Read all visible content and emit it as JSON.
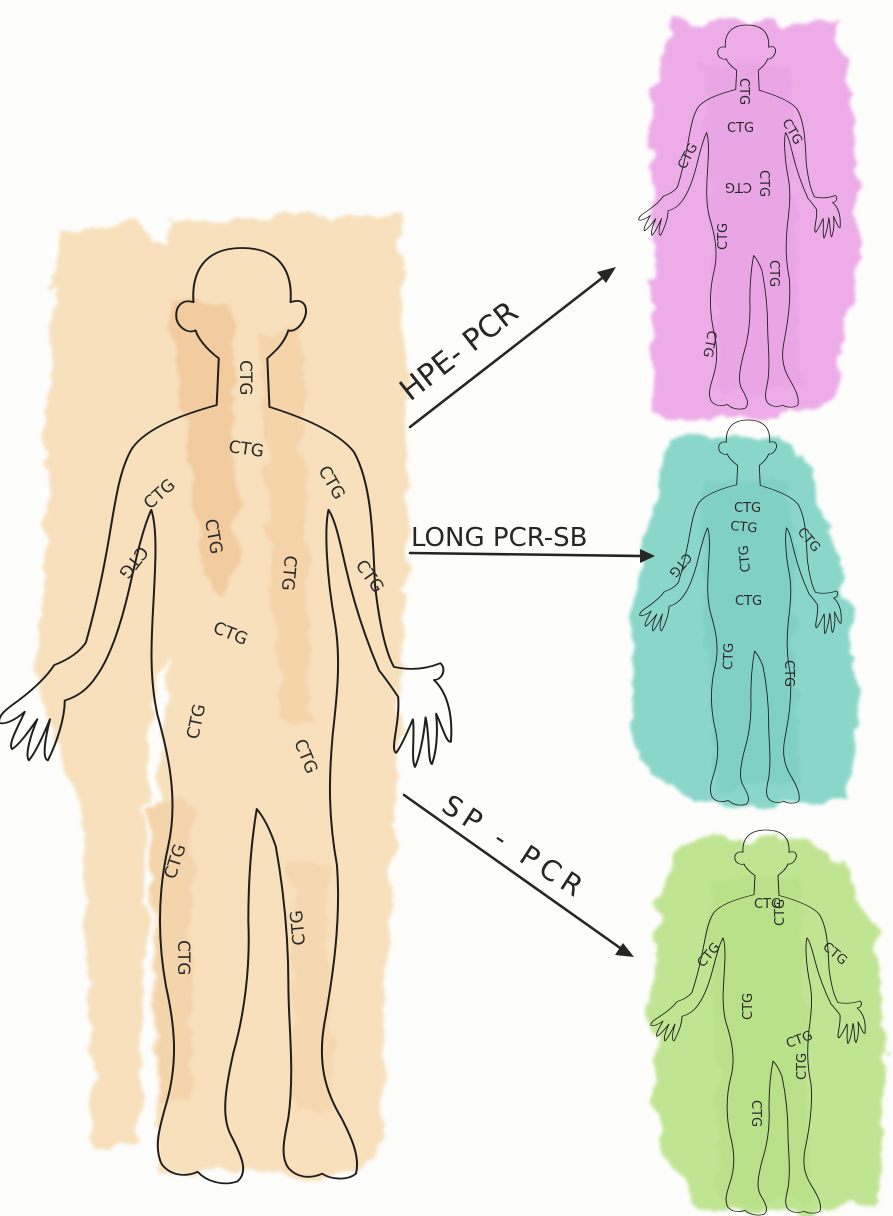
{
  "colors": {
    "paper": "#fdfdfb",
    "main_wash": "#f4c98a",
    "hpe_wash": "#e88ee2",
    "long_wash": "#5ac7b6",
    "sp_wash": "#a9dc6a",
    "ink": "#1e1e1e"
  },
  "repeat_label": "CTG",
  "methods": [
    {
      "label": "HPE- PCR",
      "wash": "pink"
    },
    {
      "label": "LONG PCR-SB",
      "wash": "teal"
    },
    {
      "label": "SP - PCR",
      "wash": "green"
    }
  ]
}
